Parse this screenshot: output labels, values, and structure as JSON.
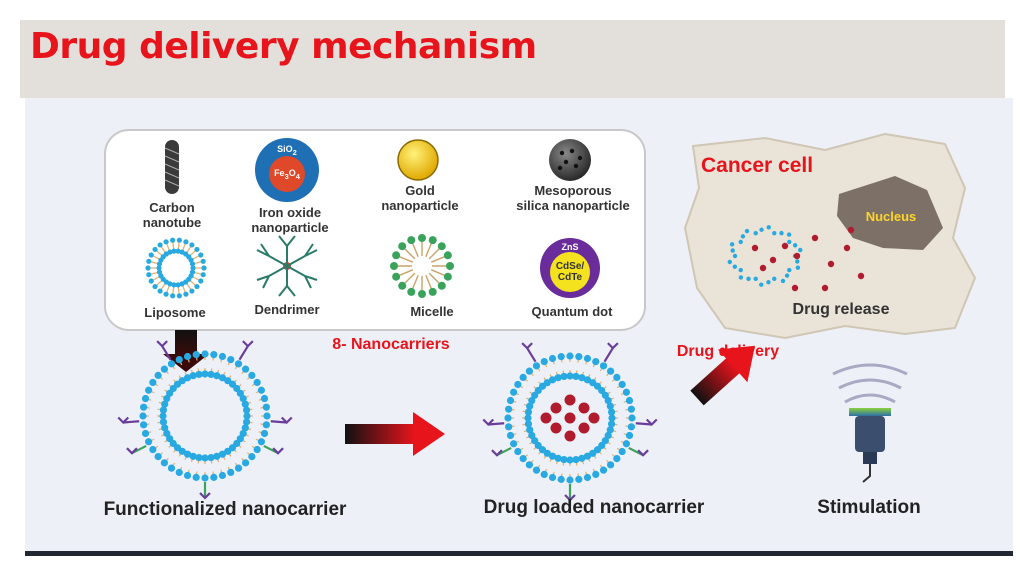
{
  "title": "Drug delivery mechanism",
  "nanocarriers": {
    "carbon_nanotube": "Carbon\nnanotube",
    "iron_oxide": "Iron oxide\nnanoparticle",
    "iron_oxide_shell": "SiO",
    "iron_oxide_shell_sub": "2",
    "iron_oxide_core": "Fe",
    "iron_oxide_core_sub1": "3",
    "iron_oxide_core_o": "O",
    "iron_oxide_core_sub2": "4",
    "gold": "Gold\nnanoparticle",
    "mesoporous_silica": "Mesoporous\nsilica nanoparticle",
    "liposome": "Liposome",
    "dendrimer": "Dendrimer",
    "micelle": "Micelle",
    "quantum_dot": "Quantum dot",
    "quantum_dot_shell": "ZnS",
    "quantum_dot_core": "CdSe/\nCdTe"
  },
  "section_label": "8- Nanocarriers",
  "cancer_cell": {
    "title": "Cancer cell",
    "nucleus": "Nucleus",
    "drug_release": "Drug release"
  },
  "drug_delivery": "Drug delivery",
  "steps": {
    "functionalized": "Functionalized  nanocarrier",
    "drug_loaded": "Drug loaded nanocarrier",
    "stimulation": "Stimulation"
  },
  "colors": {
    "title": "#e8141c",
    "arrow_dark": "#1a1a1a",
    "arrow_red": "#e8141c",
    "lipid_head": "#29a9e1",
    "drug": "#b01c2e",
    "ligand": "#6a3d9a",
    "peg": "#3aa35b"
  }
}
